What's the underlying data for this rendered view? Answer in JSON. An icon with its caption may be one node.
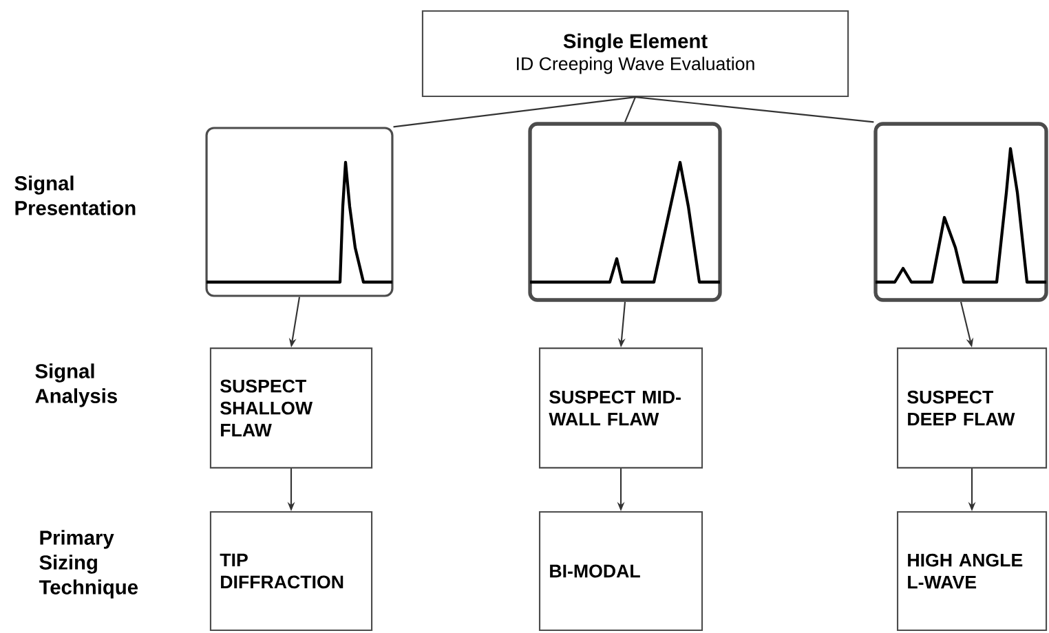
{
  "diagram": {
    "nodes": [
      {
        "text": [
          "Single Element",
          "ID Creeping Wave Evaluation"
        ]
      },
      {
        "text": [],
        "shape": "picture"
      },
      {
        "text": [],
        "shape": "picture"
      },
      {
        "text": [],
        "shape": "picture"
      },
      {
        "text": [
          "SUSPECT SHALLOW FLAW"
        ]
      },
      {
        "text": [
          "SUSPECT MID-WALL FLAW"
        ]
      },
      {
        "text": [
          "SUSPECT DEEP FLAW"
        ]
      },
      {
        "text": [
          "TIP DIFFRACTION"
        ]
      },
      {
        "text": [
          "BI-MODAL"
        ]
      },
      {
        "text": [
          "HIGH ANGLE L-WAVE"
        ]
      }
    ],
    "edges": [
      {
        "from": 0,
        "to": 1,
        "arrow": "none"
      },
      {
        "from": 0,
        "to": 2,
        "arrow": "none"
      },
      {
        "from": 0,
        "to": 3,
        "arrow": "none"
      },
      {
        "from": 1,
        "to": 4,
        "arrow": "to"
      },
      {
        "from": 2,
        "to": 5,
        "arrow": "to"
      },
      {
        "from": 3,
        "to": 6,
        "arrow": "to"
      },
      {
        "from": 4,
        "to": 7,
        "arrow": "to"
      },
      {
        "from": 5,
        "to": 8,
        "arrow": "to"
      },
      {
        "from": 6,
        "to": 9,
        "arrow": "to"
      }
    ],
    "labels": [
      "Signal Presentation",
      "Signal Analysis",
      "Primary Sizing Technique"
    ]
  }
}
